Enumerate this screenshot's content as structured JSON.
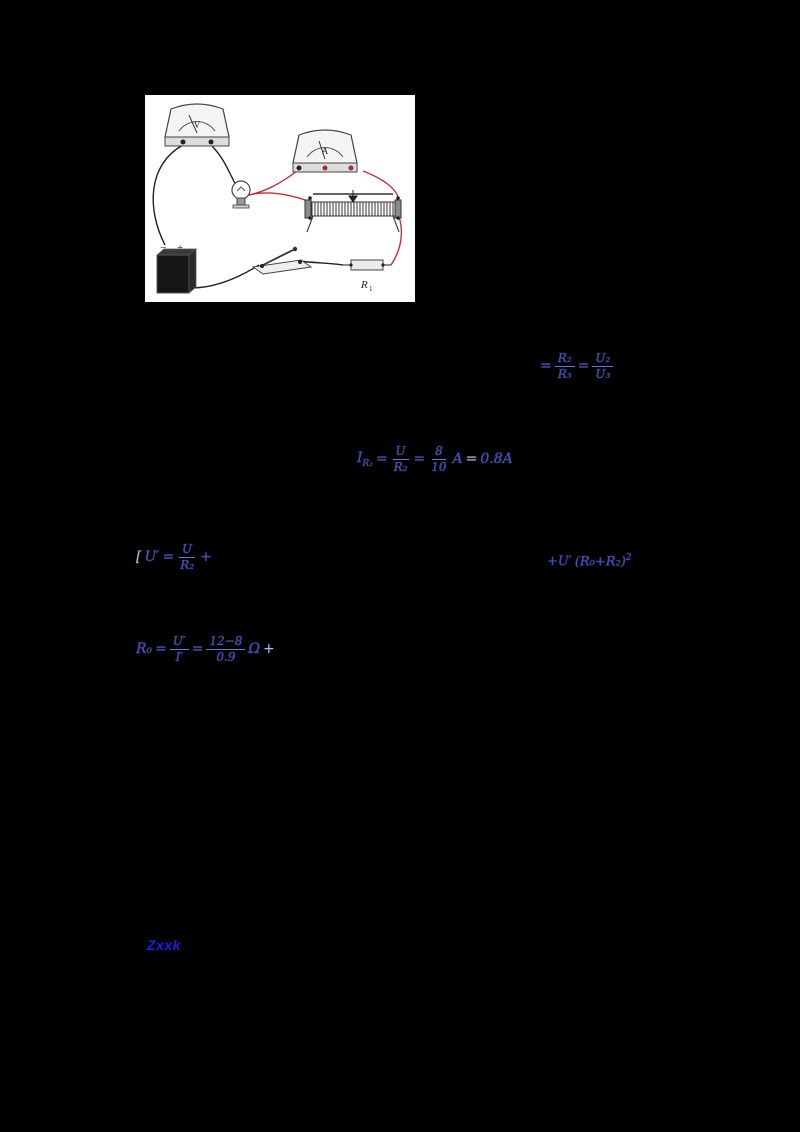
{
  "figure": {
    "voltmeter_label": "V",
    "ammeter_label": "A",
    "resistor_label": "R",
    "resistor_sub": "1",
    "battery_minus": "−",
    "battery_plus": "+"
  },
  "formulas": {
    "f1": {
      "eq1": "=",
      "frac1": {
        "num": "R₂",
        "den": "R₃"
      },
      "eq2": "=",
      "frac2": {
        "num": "U₂",
        "den": "U₃"
      }
    },
    "f2": {
      "lhs": "I",
      "lhs_sub": "R₂",
      "eq1": "=",
      "frac1": {
        "num": "U",
        "den": "R₂"
      },
      "eq2": "=",
      "frac2": {
        "num": "8",
        "den": "10"
      },
      "unit": "A",
      "eq3": "=",
      "result": "0.8A"
    },
    "f3": {
      "bracket": "[",
      "lhs": "U′",
      "eq": "=",
      "frac": {
        "num": "U",
        "den": "R₂"
      },
      "plus": "+"
    },
    "f4": {
      "plus": "+U′ ",
      "body": "(R₀+R₂)",
      "sup": "2"
    },
    "f5": {
      "lhs": "R₀",
      "eq1": "=",
      "frac1": {
        "num": "U′",
        "den": "I′"
      },
      "eq2": "=",
      "frac2": {
        "num": "12−8",
        "den": "0.9"
      },
      "unit": "Ω",
      "tail": "+"
    }
  },
  "watermark": {
    "text": "Zxxk"
  }
}
